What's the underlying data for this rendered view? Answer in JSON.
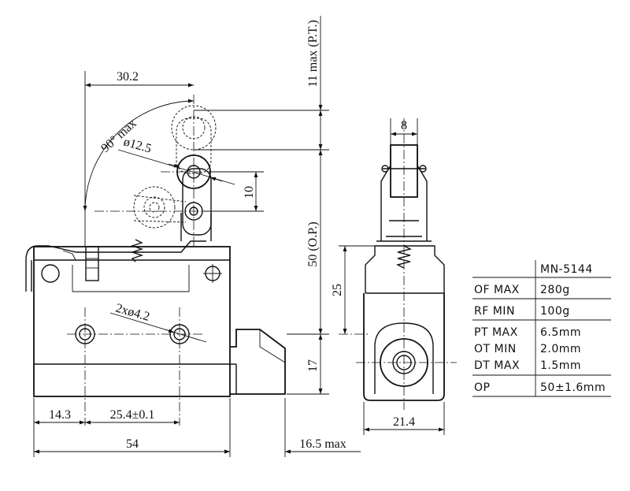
{
  "dimensions": {
    "width_54": "54",
    "left_14_3": "14.3",
    "holes_25_4": "25.4±0.1",
    "roller_30_2": "30.2",
    "angle_90": "90° max",
    "roller_dia": "ø12.5",
    "holes_dia": "2xø4.2",
    "offset_10": "10",
    "op_50": "50 (O.P.)",
    "pt_11": "11 max (P.T.)",
    "height_17": "17",
    "plunger_16_5": "16.5 max",
    "roller_w_8": "8",
    "height_25": "25",
    "side_21_4": "21.4"
  },
  "spec_table": {
    "model": "MN-5144",
    "rows": [
      {
        "label": "OF MAX",
        "value": "280g"
      },
      {
        "label": "RF MIN",
        "value": "100g"
      },
      {
        "label": "PT MAX",
        "value": "6.5mm"
      },
      {
        "label": "OT MIN",
        "value": "2.0mm"
      },
      {
        "label": "DT MAX",
        "value": "1.5mm"
      },
      {
        "label": "OP",
        "value": "50±1.6mm"
      }
    ]
  }
}
